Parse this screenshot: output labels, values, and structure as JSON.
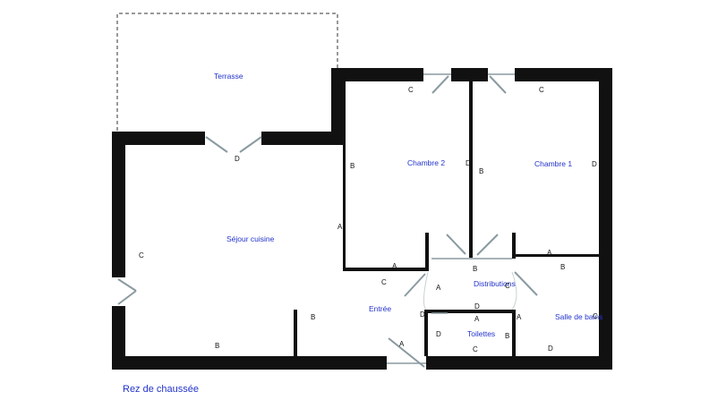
{
  "rooms": {
    "terrasse": "Terrasse",
    "chambre2": "Chambre 2",
    "chambre1": "Chambre 1",
    "sejour": "Séjour cuisine",
    "distributions": "Distributions",
    "entree": "Entrée",
    "toilettes": "Toilettes",
    "sdb": "Salle de bains"
  },
  "wall_labels": {
    "A": "A",
    "B": "B",
    "C": "C",
    "D": "D"
  },
  "caption": "Rez de chaussée",
  "colors": {
    "wall": "#111111",
    "label": "#2233cc",
    "door": "#8a9aa0"
  }
}
